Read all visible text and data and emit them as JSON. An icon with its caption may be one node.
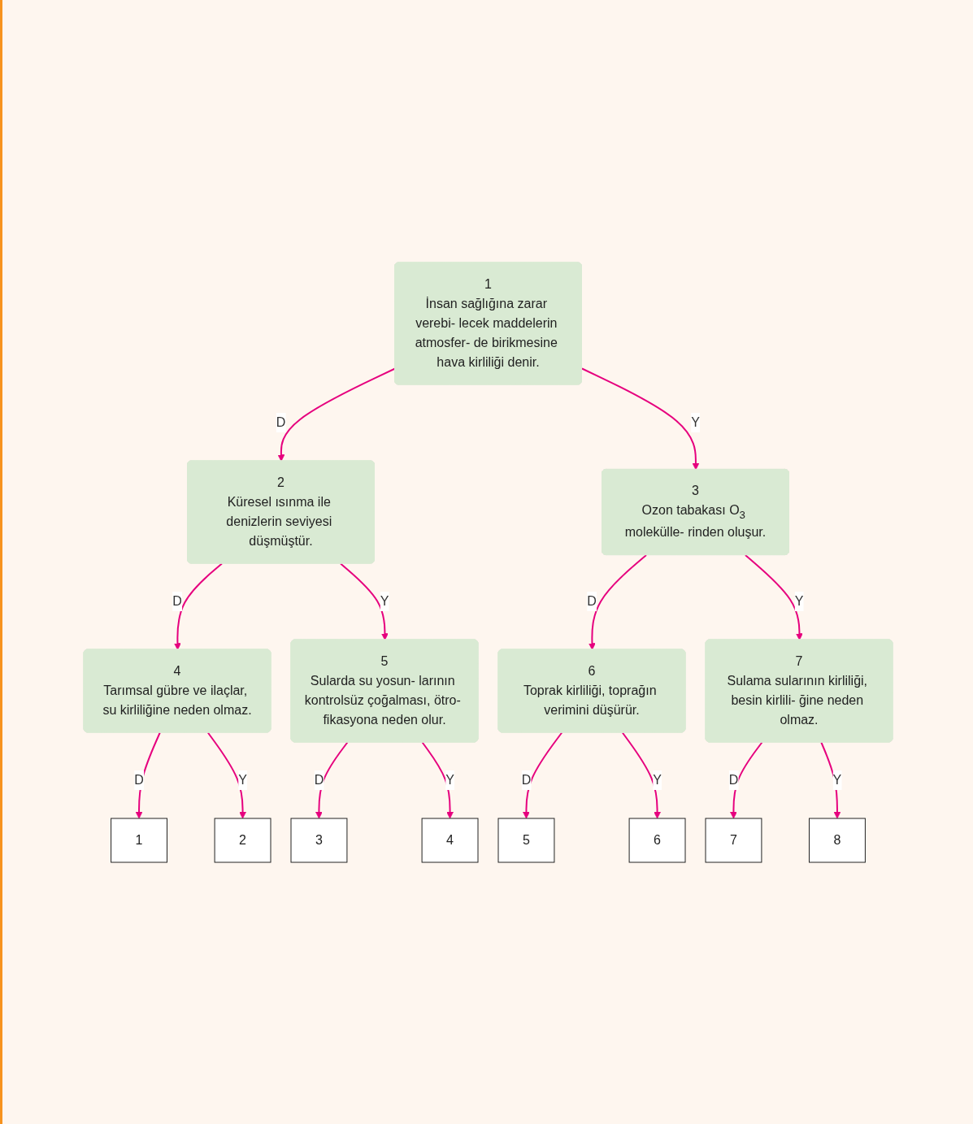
{
  "diagram": {
    "nodes": [
      {
        "text": [
          "1",
          "İnsan sağlığına zarar verebi- lecek maddelerin atmosfer- de birikmesine hava kirliliği denir."
        ]
      },
      {
        "text": [
          "2",
          "Küresel ısınma ile denizlerin seviyesi düşmüştür."
        ]
      },
      {
        "text": [
          "3",
          "Ozon tabakası O$_{3}$ molekülle- rinden oluşur."
        ]
      },
      {
        "text": [
          "4",
          "Tarımsal gübre ve ilaçlar, su kirliliğine neden olmaz."
        ]
      },
      {
        "text": [
          "5",
          "Sularda su yosun- larının kontrolsüz çoğalması, ötro- fikasyona neden olur."
        ]
      },
      {
        "text": [
          "6",
          "Toprak kirliliği, toprağın verimini düşürür."
        ]
      },
      {
        "text": [
          "7",
          "Sulama sularının kirliliği, besin kirlili- ğine neden olmaz."
        ]
      },
      {
        "text": [
          "1"
        ]
      },
      {
        "text": [
          "2"
        ]
      },
      {
        "text": [
          "3"
        ]
      },
      {
        "text": [
          "4"
        ]
      },
      {
        "text": [
          "5"
        ]
      },
      {
        "text": [
          "6"
        ]
      },
      {
        "text": [
          "7"
        ]
      },
      {
        "text": [
          "8"
        ]
      }
    ],
    "edges": [
      {
        "from": 0,
        "to": 1,
        "arrow": "to",
        "label": "D"
      },
      {
        "from": 0,
        "to": 2,
        "arrow": "to",
        "label": "Y"
      },
      {
        "from": 1,
        "to": 3,
        "arrow": "to",
        "label": "D"
      },
      {
        "from": 1,
        "to": 4,
        "arrow": "to",
        "label": "Y"
      },
      {
        "from": 2,
        "to": 5,
        "arrow": "to",
        "label": "D"
      },
      {
        "from": 2,
        "to": 6,
        "arrow": "to",
        "label": "Y"
      },
      {
        "from": 3,
        "to": 7,
        "arrow": "to",
        "label": "D"
      },
      {
        "from": 3,
        "to": 8,
        "arrow": "to",
        "label": "Y"
      },
      {
        "from": 4,
        "to": 9,
        "arrow": "to",
        "label": "D"
      },
      {
        "from": 4,
        "to": 10,
        "arrow": "to",
        "label": "Y"
      },
      {
        "from": 5,
        "to": 11,
        "arrow": "to",
        "label": "D"
      },
      {
        "from": 5,
        "to": 12,
        "arrow": "to",
        "label": "Y"
      },
      {
        "from": 6,
        "to": 13,
        "arrow": "to",
        "label": "D"
      },
      {
        "from": 6,
        "to": 14,
        "arrow": "to",
        "label": "Y"
      }
    ]
  }
}
